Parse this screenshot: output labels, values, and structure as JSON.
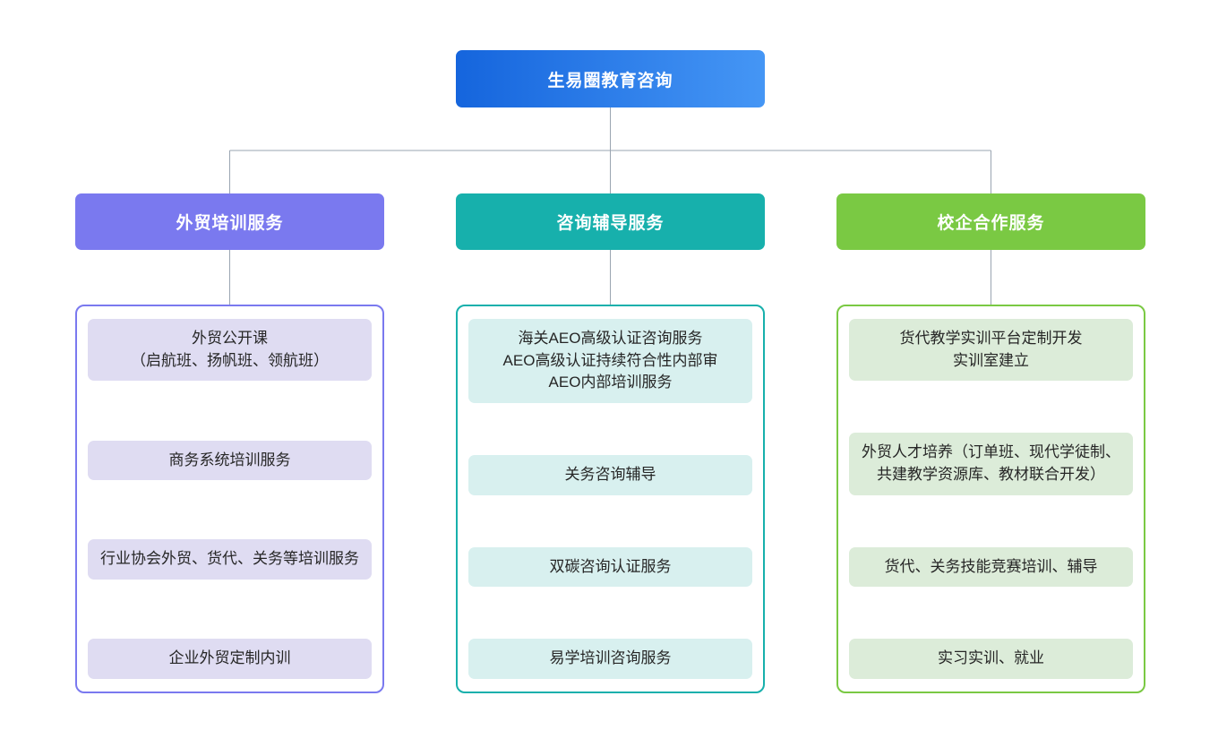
{
  "diagram": {
    "type": "org-chart",
    "orientation": "top-down",
    "levels": 3,
    "connector_color": "#9aa5b1"
  },
  "root": {
    "label": "生易圈教育咨询",
    "gradient_from": "#1565dd",
    "gradient_to": "#4596f5"
  },
  "branches": [
    {
      "id": "foreign-trade-training",
      "header": "外贸培训服务",
      "accent": "#7a79ef",
      "fill": "#dfdcf2",
      "items": [
        {
          "label": "外贸公开课\n（启航班、扬帆班、领航班）"
        },
        {
          "label": "商务系统培训服务"
        },
        {
          "label": "行业协会外贸、货代、关务等培训服务"
        },
        {
          "label": "企业外贸定制内训"
        }
      ]
    },
    {
      "id": "consulting-tutoring",
      "header": "咨询辅导服务",
      "accent": "#17b0ac",
      "fill": "#d8f0ef",
      "items": [
        {
          "label": "海关AEO高级认证咨询服务\nAEO高级认证持续符合性内部审\nAEO内部培训服务"
        },
        {
          "label": "关务咨询辅导"
        },
        {
          "label": "双碳咨询认证服务"
        },
        {
          "label": "易学培训咨询服务"
        }
      ]
    },
    {
      "id": "school-enterprise-cooperation",
      "header": "校企合作服务",
      "accent": "#7ac943",
      "fill": "#dcecd9",
      "items": [
        {
          "label": "货代教学实训平台定制开发\n实训室建立"
        },
        {
          "label": "外贸人才培养（订单班、现代学徒制、共建教学资源库、教材联合开发）"
        },
        {
          "label": "货代、关务技能竞赛培训、辅导"
        },
        {
          "label": "实习实训、就业"
        }
      ]
    }
  ]
}
